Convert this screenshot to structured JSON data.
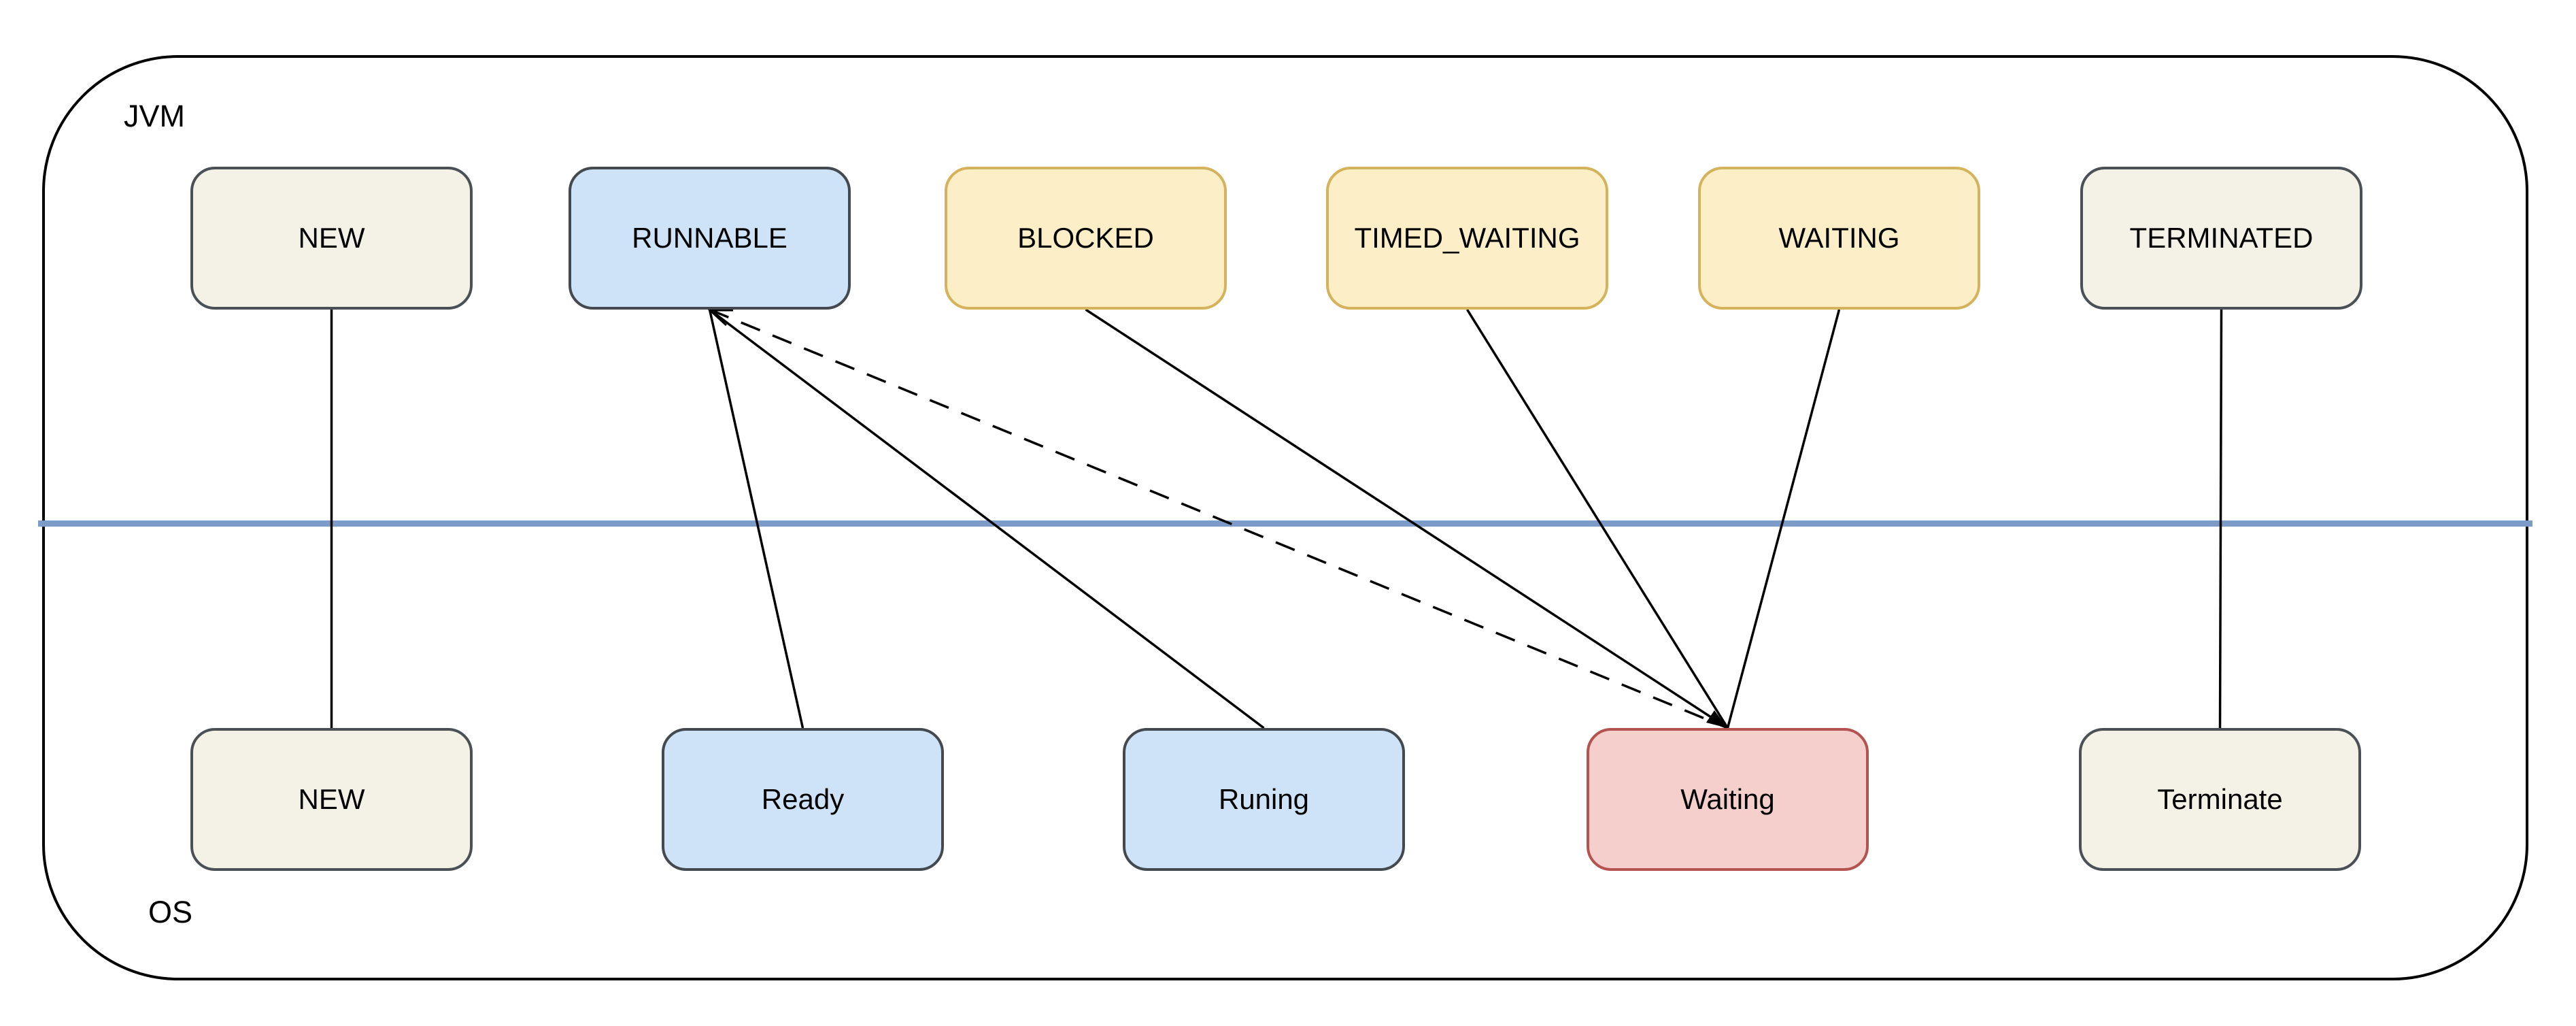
{
  "diagram": {
    "region_labels": {
      "jvm": "JVM",
      "os": "OS"
    },
    "jvm_states": [
      {
        "label": "NEW",
        "scheme": "beige"
      },
      {
        "label": "RUNNABLE",
        "scheme": "blue"
      },
      {
        "label": "BLOCKED",
        "scheme": "yellow"
      },
      {
        "label": "TIMED_WAITING",
        "scheme": "yellow"
      },
      {
        "label": "WAITING",
        "scheme": "yellow"
      },
      {
        "label": "TERMINATED",
        "scheme": "beige"
      }
    ],
    "os_states": [
      {
        "label": "NEW",
        "scheme": "beige"
      },
      {
        "label": "Ready",
        "scheme": "blue"
      },
      {
        "label": "Runing",
        "scheme": "blue"
      },
      {
        "label": "Waiting",
        "scheme": "red"
      },
      {
        "label": "Terminate",
        "scheme": "beige"
      }
    ],
    "edges": [
      {
        "from": "NEW (JVM)",
        "to": "NEW (OS)",
        "style": "solid"
      },
      {
        "from": "RUNNABLE",
        "to": "Ready",
        "style": "solid"
      },
      {
        "from": "RUNNABLE",
        "to": "Runing",
        "style": "solid"
      },
      {
        "from": "RUNNABLE",
        "to": "Waiting",
        "style": "dashed"
      },
      {
        "from": "BLOCKED",
        "to": "Waiting",
        "style": "solid"
      },
      {
        "from": "TIMED_WAITING",
        "to": "Waiting",
        "style": "solid"
      },
      {
        "from": "WAITING",
        "to": "Waiting",
        "style": "solid"
      },
      {
        "from": "TERMINATED",
        "to": "Terminate",
        "style": "solid"
      }
    ],
    "colors": {
      "beige_fill": "#f4f1e6",
      "beige_border": "#4a5056",
      "blue_fill": "#cfe3f8",
      "blue_border": "#43494f",
      "yellow_fill": "#fceec6",
      "yellow_border": "#d5b25c",
      "red_fill": "#f5cfcb",
      "red_border": "#b4534f",
      "divider": "#7d9bc8",
      "line": "#000000",
      "container_border": "#000000",
      "background": "#ffffff",
      "text": "#000000"
    }
  }
}
